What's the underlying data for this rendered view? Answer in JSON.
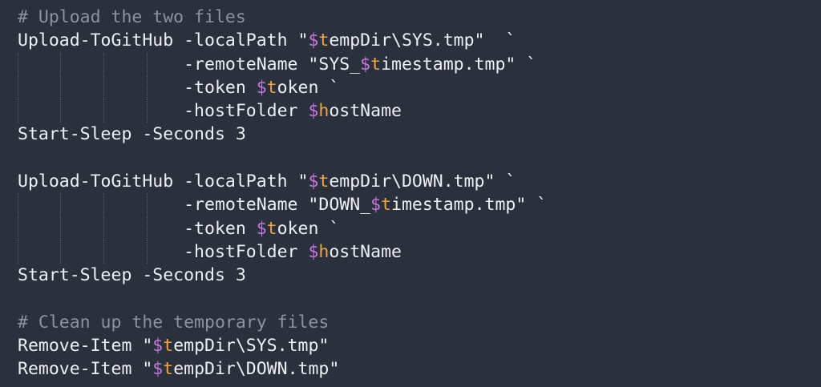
{
  "colors": {
    "background": "#2b313c",
    "text": "#eef0f3",
    "comment": "#8c939e",
    "variable_sigil": "#c678dd",
    "variable_first_char": "#f0a24b",
    "indent_guide": "#5a6272"
  },
  "lines": [
    {
      "guides": 0,
      "tokens": [
        {
          "t": "comment",
          "v": "# Upload the two files"
        }
      ]
    },
    {
      "guides": 0,
      "tokens": [
        {
          "t": "text",
          "v": "Upload-ToGitHub -localPath \""
        },
        {
          "t": "var-sigil",
          "v": "$"
        },
        {
          "t": "var-first",
          "v": "t"
        },
        {
          "t": "text",
          "v": "empDir\\SYS.tmp\"  `"
        }
      ]
    },
    {
      "guides": 4,
      "tokens": [
        {
          "t": "text",
          "v": "                -remoteName \"SYS_"
        },
        {
          "t": "var-sigil",
          "v": "$"
        },
        {
          "t": "var-first",
          "v": "t"
        },
        {
          "t": "text",
          "v": "imestamp.tmp\" `"
        }
      ]
    },
    {
      "guides": 4,
      "tokens": [
        {
          "t": "text",
          "v": "                -token "
        },
        {
          "t": "var-sigil",
          "v": "$"
        },
        {
          "t": "var-first",
          "v": "t"
        },
        {
          "t": "text",
          "v": "oken `"
        }
      ]
    },
    {
      "guides": 4,
      "tokens": [
        {
          "t": "text",
          "v": "                -hostFolder "
        },
        {
          "t": "var-sigil",
          "v": "$"
        },
        {
          "t": "var-first",
          "v": "h"
        },
        {
          "t": "text",
          "v": "ostName"
        }
      ]
    },
    {
      "guides": 0,
      "tokens": [
        {
          "t": "text",
          "v": "Start-Sleep -Seconds 3"
        }
      ]
    },
    {
      "guides": 0,
      "tokens": []
    },
    {
      "guides": 0,
      "tokens": [
        {
          "t": "text",
          "v": "Upload-ToGitHub -localPath \""
        },
        {
          "t": "var-sigil",
          "v": "$"
        },
        {
          "t": "var-first",
          "v": "t"
        },
        {
          "t": "text",
          "v": "empDir\\DOWN.tmp\" `"
        }
      ]
    },
    {
      "guides": 4,
      "tokens": [
        {
          "t": "text",
          "v": "                -remoteName \"DOWN_"
        },
        {
          "t": "var-sigil",
          "v": "$"
        },
        {
          "t": "var-first",
          "v": "t"
        },
        {
          "t": "text",
          "v": "imestamp.tmp\" `"
        }
      ]
    },
    {
      "guides": 4,
      "tokens": [
        {
          "t": "text",
          "v": "                -token "
        },
        {
          "t": "var-sigil",
          "v": "$"
        },
        {
          "t": "var-first",
          "v": "t"
        },
        {
          "t": "text",
          "v": "oken `"
        }
      ]
    },
    {
      "guides": 4,
      "tokens": [
        {
          "t": "text",
          "v": "                -hostFolder "
        },
        {
          "t": "var-sigil",
          "v": "$"
        },
        {
          "t": "var-first",
          "v": "h"
        },
        {
          "t": "text",
          "v": "ostName"
        }
      ]
    },
    {
      "guides": 0,
      "tokens": [
        {
          "t": "text",
          "v": "Start-Sleep -Seconds 3"
        }
      ]
    },
    {
      "guides": 0,
      "tokens": []
    },
    {
      "guides": 0,
      "tokens": [
        {
          "t": "comment",
          "v": "# Clean up the temporary files"
        }
      ]
    },
    {
      "guides": 0,
      "tokens": [
        {
          "t": "text",
          "v": "Remove-Item \""
        },
        {
          "t": "var-sigil",
          "v": "$"
        },
        {
          "t": "var-first",
          "v": "t"
        },
        {
          "t": "text",
          "v": "empDir\\SYS.tmp\""
        }
      ]
    },
    {
      "guides": 0,
      "tokens": [
        {
          "t": "text",
          "v": "Remove-Item \""
        },
        {
          "t": "var-sigil",
          "v": "$"
        },
        {
          "t": "var-first",
          "v": "t"
        },
        {
          "t": "text",
          "v": "empDir\\DOWN.tmp\""
        }
      ]
    }
  ]
}
